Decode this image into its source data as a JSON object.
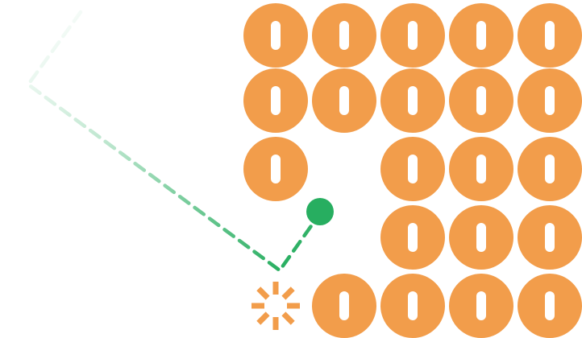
{
  "board": {
    "rows": [
      [
        "block",
        "block",
        "block",
        "block",
        "block"
      ],
      [
        "block",
        "block",
        "block",
        "block",
        "block"
      ],
      [
        "block",
        "empty",
        "block",
        "block",
        "block"
      ],
      [
        "empty",
        "empty",
        "block",
        "block",
        "block"
      ],
      [
        "burst",
        "block",
        "block",
        "block",
        "block"
      ]
    ]
  },
  "colors": {
    "block": "#F29D4B",
    "block_mark": "#FFFFFF",
    "burst": "#F29D4B",
    "ball": "#27AE60",
    "trajectory": "#27AE60",
    "background": "#FFFFFF"
  },
  "icons": {
    "block": "orange-circle-block-with-bar-icon",
    "burst": "explosion-burst-icon",
    "ball": "green-ball-icon",
    "trajectory": "dashed-aim-line"
  }
}
